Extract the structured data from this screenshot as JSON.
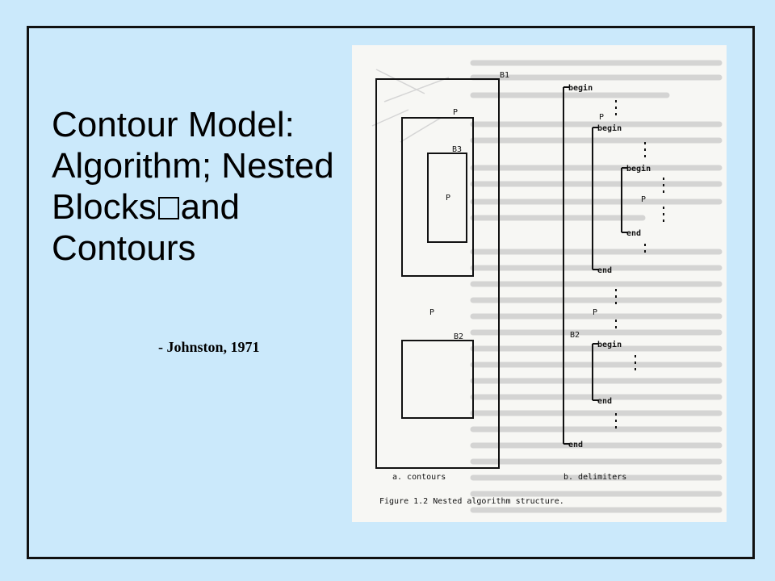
{
  "slide": {
    "title_lines": [
      "Contour Model:",
      "Algorithm; Nested",
      "Blocks",
      "and",
      "Contours"
    ],
    "attribution": "- Johnston, 1971"
  },
  "figure": {
    "block_labels": [
      "B1",
      "B3",
      "B2"
    ],
    "p_label": "P",
    "left_caption": "a. contours",
    "right_caption": "b. delimiters",
    "delimiter_begin": "begin",
    "delimiter_end": "end",
    "figure_caption": "Figure 1.2   Nested algorithm structure."
  }
}
